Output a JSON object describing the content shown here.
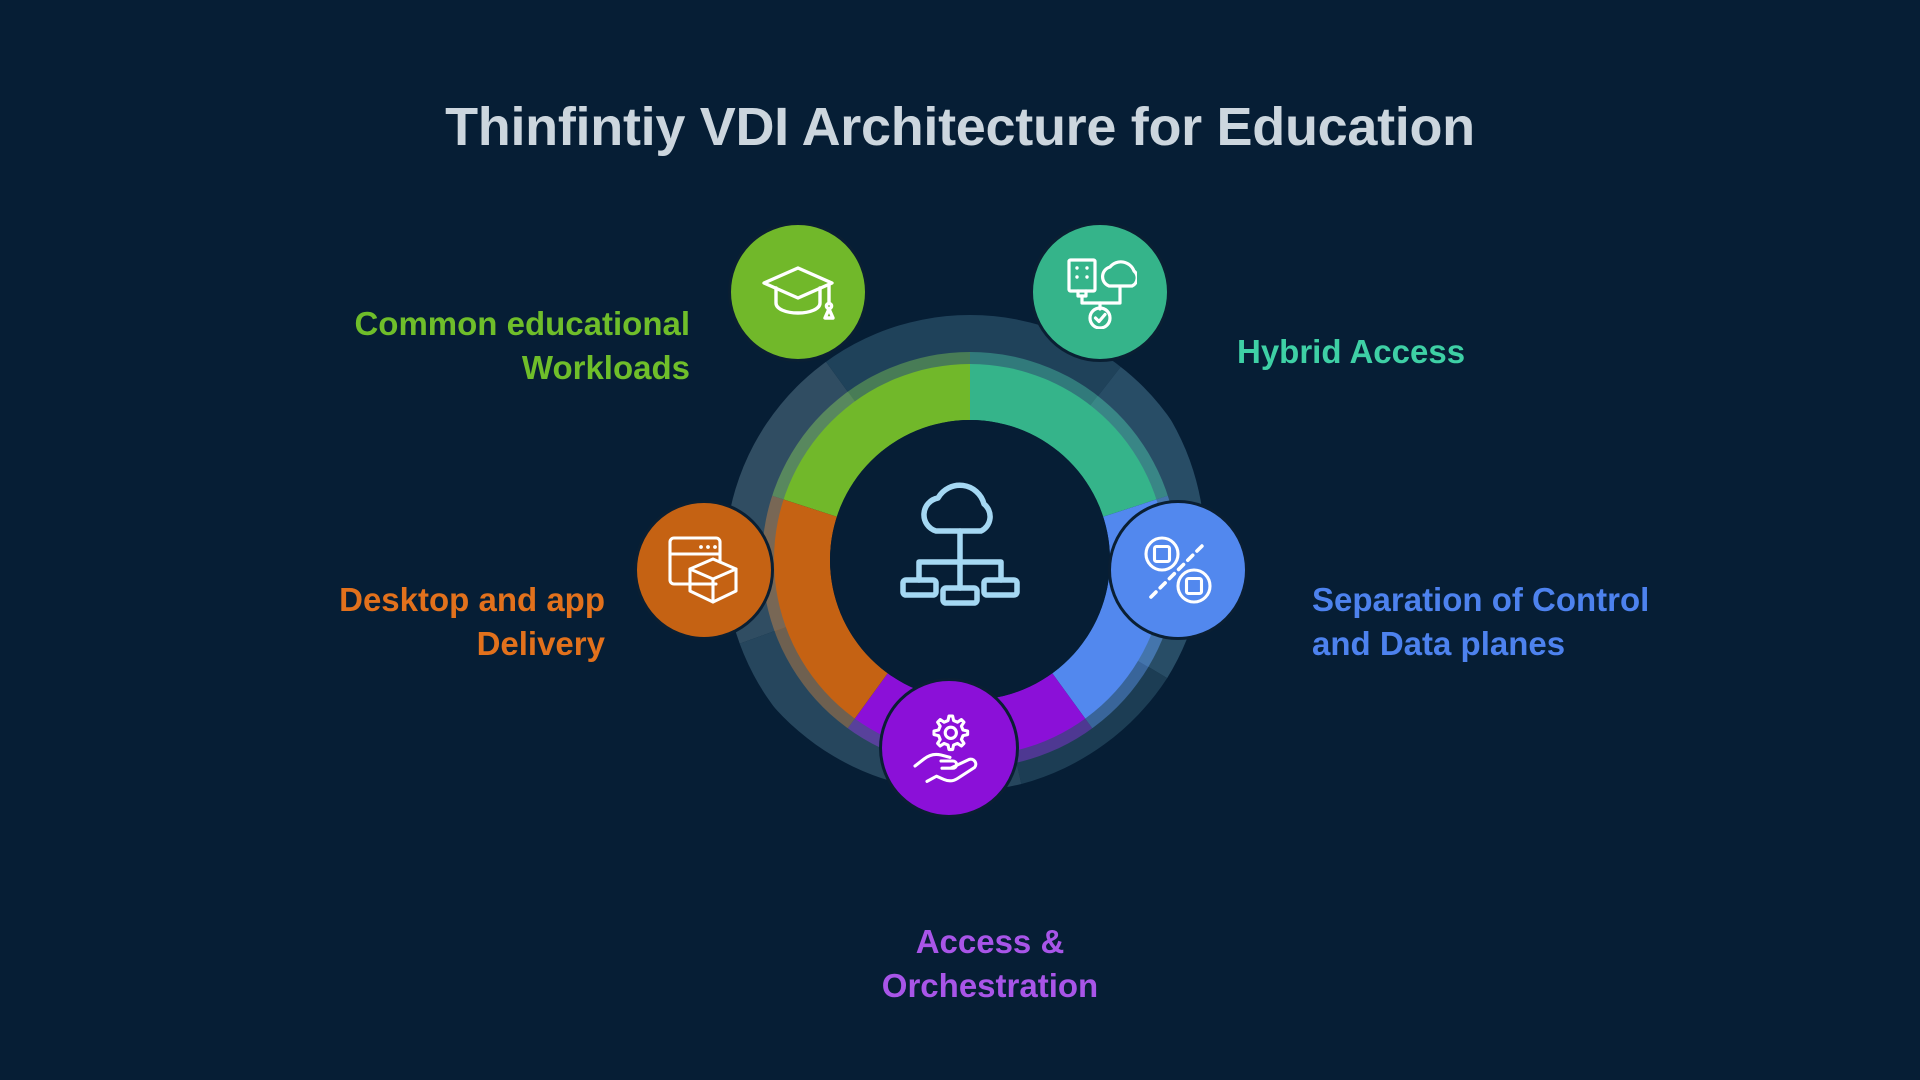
{
  "page": {
    "title": "Thinfintiy VDI Architecture for Education",
    "background_color": "#061e35",
    "title_color": "#ccd6de"
  },
  "center": {
    "icon": "cloud-network-icon",
    "icon_color": "#a5d8f3"
  },
  "wheel": {
    "type": "donut-ring",
    "segment_count": 5,
    "outer_ring_color": "#2e4f63",
    "hub_color": "#061e35",
    "segments": [
      {
        "id": "workloads",
        "label_line1": "Common educational",
        "label_line2": "Workloads",
        "color": "#71b82a",
        "label_color": "#6fbe2a",
        "icon": "graduation-cap-icon",
        "position": "top-left"
      },
      {
        "id": "hybrid",
        "label_line1": "Hybrid Access",
        "label_line2": "",
        "color": "#35b48a",
        "label_color": "#3ed0a5",
        "icon": "building-cloud-check-icon",
        "position": "top-right"
      },
      {
        "id": "separation",
        "label_line1": "Separation of Control",
        "label_line2": "and Data planes",
        "color": "#5288ee",
        "label_color": "#4d82ee",
        "icon": "split-planes-icon",
        "position": "right"
      },
      {
        "id": "access",
        "label_line1": "Access &",
        "label_line2": "Orchestration",
        "color": "#8b10d8",
        "label_color": "#a855e8",
        "icon": "hand-gear-icon",
        "position": "bottom"
      },
      {
        "id": "delivery",
        "label_line1": "Desktop and app",
        "label_line2": "Delivery",
        "color": "#c56213",
        "label_color": "#e2711c",
        "icon": "browser-cube-icon",
        "position": "left"
      }
    ]
  },
  "chart_data": {
    "type": "pie",
    "title": "Thinfintiy VDI Architecture for Education",
    "subtitle": "",
    "categories": [
      "Common educational Workloads",
      "Hybrid Access",
      "Separation of Control and Data planes",
      "Access & Orchestration",
      "Desktop and app Delivery"
    ],
    "values": [
      20,
      20,
      20,
      20,
      20
    ],
    "colors": [
      "#71b82a",
      "#35b48a",
      "#5288ee",
      "#8b10d8",
      "#c56213"
    ],
    "legend_position": "around-segments",
    "grid": false,
    "donut": true,
    "inner_radius_ratio": 0.72,
    "notes": "Five equal 72-degree segments forming a donut ring with a muted outer halo ring; each segment carries an icon node circle and an outward text label."
  }
}
